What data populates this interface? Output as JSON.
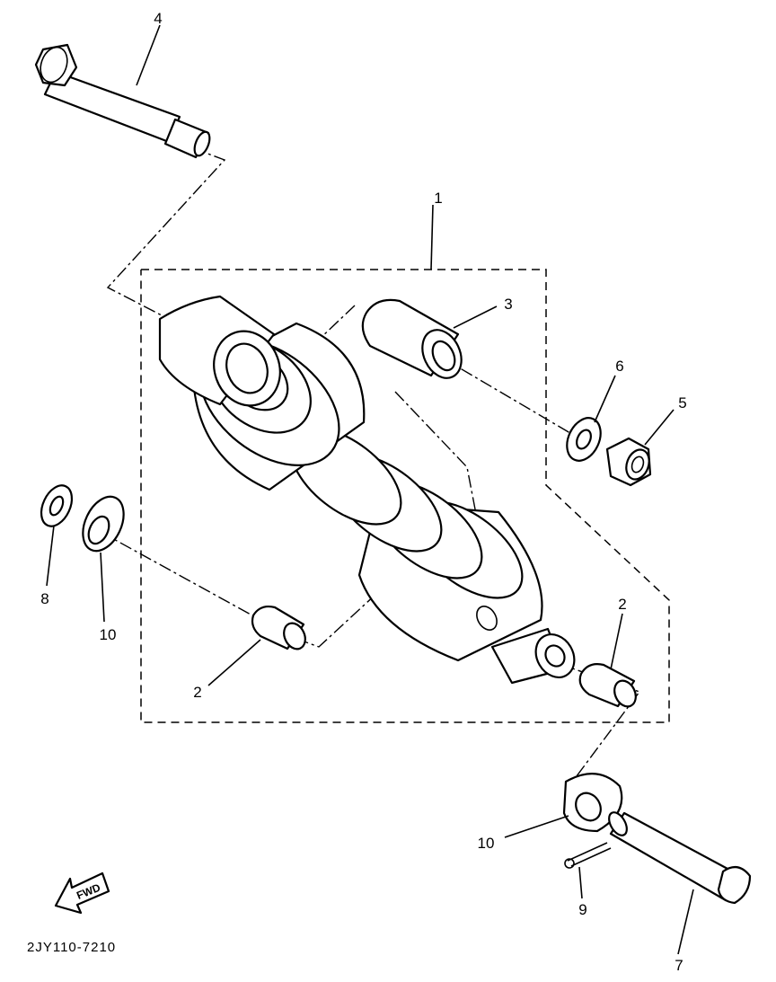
{
  "callouts": {
    "c1": "1",
    "c2a": "2",
    "c2b": "2",
    "c3": "3",
    "c4": "4",
    "c5": "5",
    "c6": "6",
    "c7": "7",
    "c8": "8",
    "c9": "9",
    "c10a": "10",
    "c10b": "10"
  },
  "fwd_label": "FWD",
  "diagram_code": "2JY110-7210"
}
